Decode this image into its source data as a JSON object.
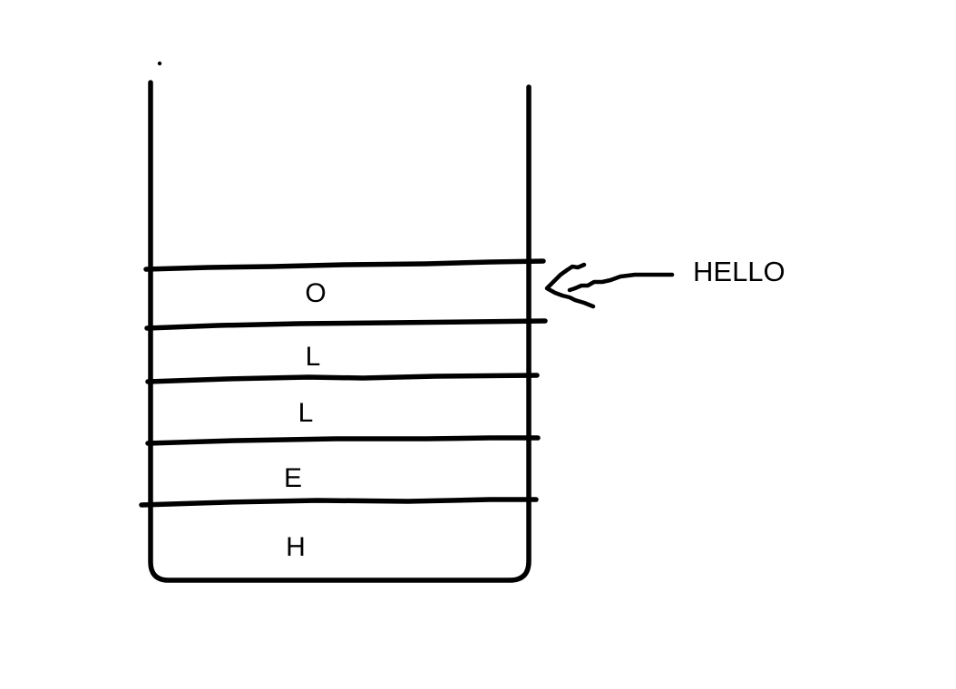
{
  "canvas": {
    "background_color": "#ffffff",
    "ink_color": "#000000"
  },
  "stack": {
    "cells": [
      {
        "letter": "O"
      },
      {
        "letter": "L"
      },
      {
        "letter": "L"
      },
      {
        "letter": "E"
      },
      {
        "letter": "H"
      }
    ],
    "annotation": {
      "label": "HELLO"
    }
  }
}
